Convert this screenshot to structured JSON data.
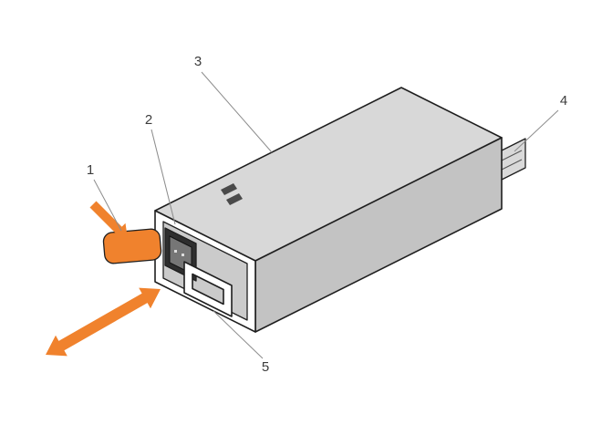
{
  "figure": {
    "callouts": [
      "1",
      "2",
      "3",
      "4",
      "5"
    ]
  },
  "colors": {
    "accent_orange": "#f0822d",
    "outline": "#1f1f1f",
    "leader_gray": "#8c8c8c",
    "label_gray": "#3c3c3c",
    "top_face": "#d8d8d8",
    "side_face": "#c3c3c3",
    "end_face": "#ffffff",
    "recessed_panel": "#cbcbcb",
    "socket_dark": "#2e2e2e",
    "connector_gray": "#d9d9d9"
  }
}
